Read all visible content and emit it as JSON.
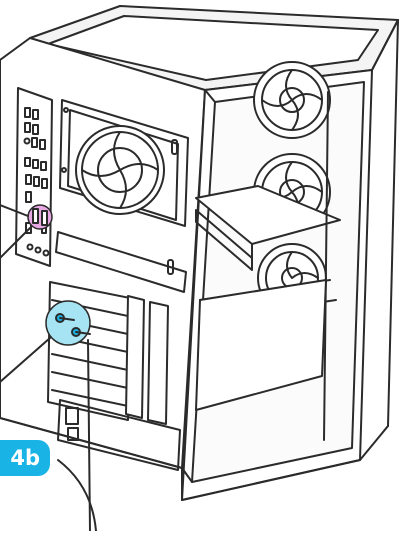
{
  "diagram": {
    "step_badge": "4b",
    "colors": {
      "line": "#2b2b2b",
      "case_fill": "#ffffff",
      "panel_fill": "#f3f3f3",
      "badge": "#19b3e6",
      "usb_highlight": "#d96bd6",
      "slot_highlight": "#7fd6ef"
    },
    "components": [
      "pc-tower-case",
      "front-io-usb-ports",
      "expansion-slot-screws",
      "case-fans"
    ]
  }
}
